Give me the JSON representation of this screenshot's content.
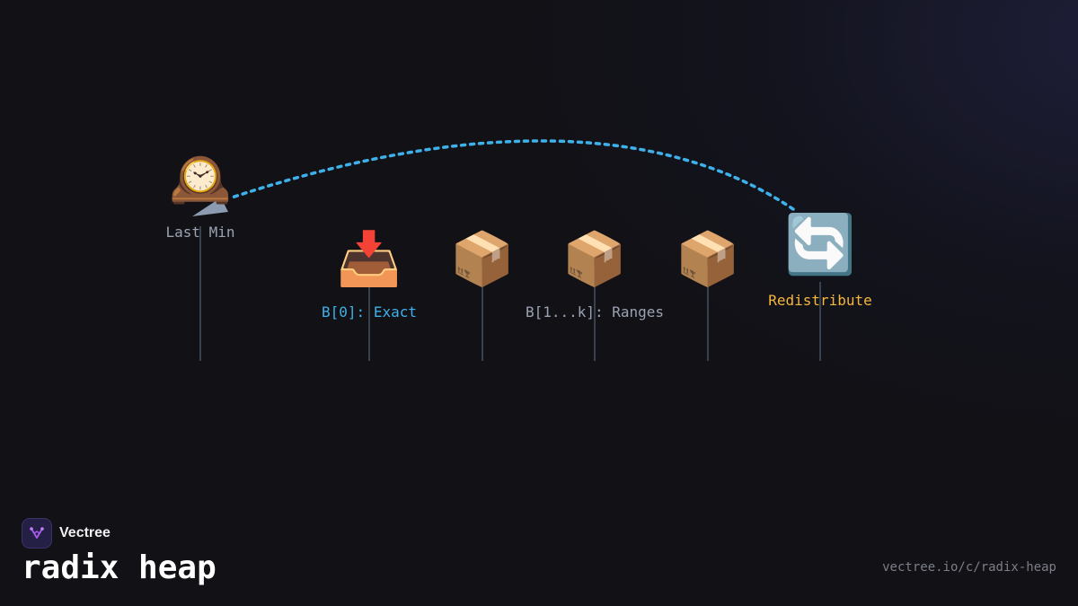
{
  "diagram": {
    "nodes": [
      {
        "id": "last-min",
        "icon": "mantelpiece-clock-icon",
        "glyph": "🕰️",
        "label": "Last Min"
      },
      {
        "id": "bucket-0",
        "icon": "inbox-tray-icon",
        "glyph": "📥",
        "label": "B[0]: Exact"
      },
      {
        "id": "bucket-1",
        "icon": "package-icon",
        "glyph": "📦",
        "label": ""
      },
      {
        "id": "bucket-2",
        "icon": "package-icon",
        "glyph": "📦",
        "label": "B[1...k]: Ranges"
      },
      {
        "id": "bucket-3",
        "icon": "package-icon",
        "glyph": "📦",
        "label": ""
      },
      {
        "id": "redistribute",
        "icon": "counterclockwise-arrows-icon",
        "glyph": "🔄",
        "label": "Redistribute"
      }
    ],
    "arc": {
      "from": "redistribute",
      "to": "last-min",
      "style": "dashed"
    }
  },
  "colors": {
    "background": "#111116",
    "arc": "#3fb1ea",
    "arrowhead": "#8c9bb0",
    "label_default": "#9aa3b2",
    "label_exact": "#3fb1ea",
    "label_redistribute": "#f4b63e"
  },
  "footer": {
    "brand": "Vectree",
    "brand_icon": "vectree-logo-icon",
    "title": "radix heap",
    "url": "vectree.io/c/radix-heap"
  }
}
